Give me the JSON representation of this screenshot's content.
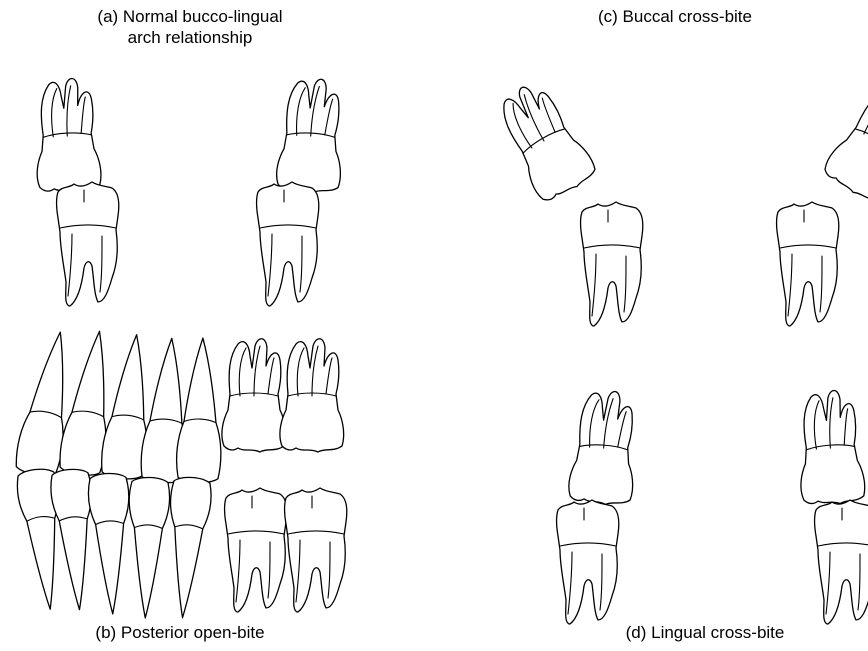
{
  "panels": {
    "a": {
      "label_line1": "(a) Normal bucco-lingual",
      "label_line2": "arch relationship"
    },
    "b": {
      "label": "(b) Posterior open-bite"
    },
    "c": {
      "label": "(c) Buccal cross-bite"
    },
    "d": {
      "label": "(d) Lingual cross-bite"
    }
  }
}
